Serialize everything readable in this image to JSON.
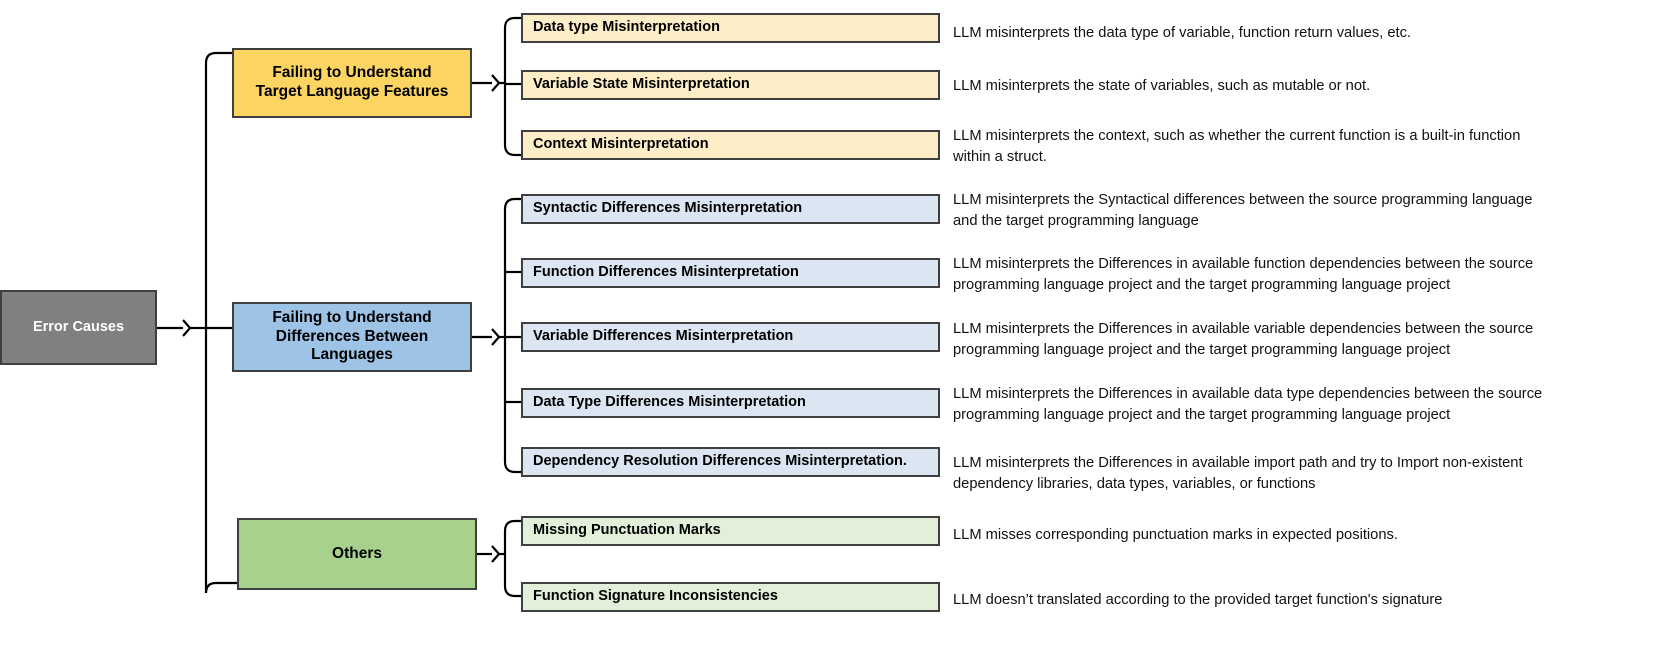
{
  "diagram": {
    "title": "Error Causes",
    "root": {
      "label": "Error Causes",
      "color": "#808080"
    },
    "colors": {
      "yellow_category": "#fcd462",
      "yellow_leaf": "#fdeec8",
      "blue_category": "#9dc3e6",
      "blue_leaf": "#dce6f2",
      "green_category": "#a9d18e",
      "green_leaf": "#e2efd9",
      "root": "#808080",
      "border": "#3f3f3f"
    },
    "categories": [
      {
        "id": "target-language-features",
        "label": "Failing to Understand\nTarget Language Features",
        "label_line1": "Failing to Understand",
        "label_line2": "Target Language Features",
        "leaves": [
          {
            "label": "Data type Misinterpretation",
            "description": "LLM misinterprets the data type of variable, function return values, etc."
          },
          {
            "label": "Variable State Misinterpretation",
            "description": "LLM misinterprets the state of variables, such as mutable or not."
          },
          {
            "label": "Context Misinterpretation",
            "description": "LLM misinterprets the context, such as whether the current function is a built-in function within a struct."
          }
        ]
      },
      {
        "id": "differences-between-languages",
        "label": "Failing to Understand\nDifferences Between Languages",
        "label_line1": "Failing to Understand",
        "label_line2": "Differences Between Languages",
        "leaves": [
          {
            "label": "Syntactic Differences Misinterpretation",
            "description": "LLM misinterprets the Syntactical differences between the source programming language and the target programming language"
          },
          {
            "label": "Function Differences Misinterpretation",
            "description": "LLM misinterprets the Differences in available function dependencies between the source programming language project and the target programming language project"
          },
          {
            "label": "Variable Differences Misinterpretation",
            "description": "LLM misinterprets the Differences in available variable dependencies between the source programming language project and the target programming language project"
          },
          {
            "label": "Data Type Differences Misinterpretation",
            "description": "LLM misinterprets the Differences in available data type dependencies between the source programming language project and the target programming language project"
          },
          {
            "label": "Dependency Resolution Differences Misinterpretation.",
            "description": "LLM misinterprets the Differences in available import path and try to Import non-existent dependency libraries, data types, variables, or functions"
          }
        ]
      },
      {
        "id": "others",
        "label": "Others",
        "label_line1": "Others",
        "label_line2": "",
        "leaves": [
          {
            "label": "Missing Punctuation Marks",
            "description": "LLM misses corresponding punctuation marks in expected positions."
          },
          {
            "label": "Function Signature Inconsistencies",
            "description": "LLM doesn’t translated according to the provided target function's signature"
          }
        ]
      }
    ]
  }
}
